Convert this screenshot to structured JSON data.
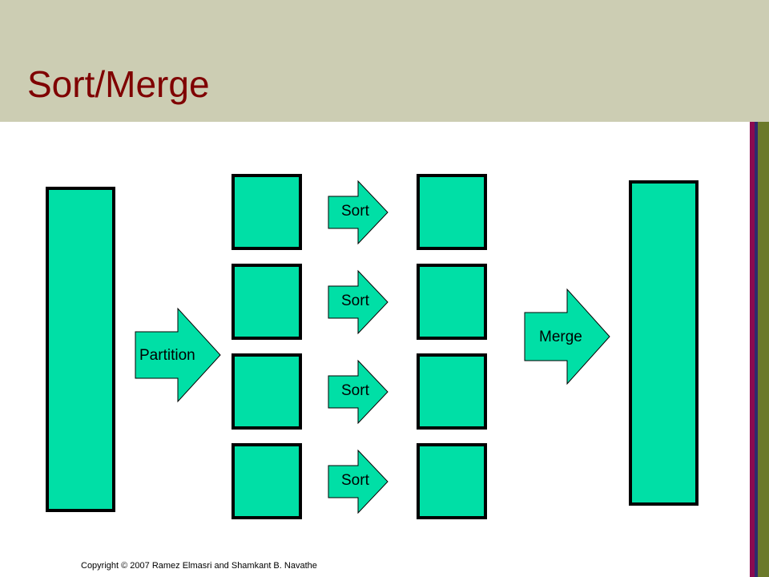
{
  "slide": {
    "title": "Sort/Merge",
    "copyright": "Copyright © 2007 Ramez Elmasri and Shamkant B. Navathe"
  },
  "diagram": {
    "partition_label": "Partition",
    "sort_labels": [
      "Sort",
      "Sort",
      "Sort",
      "Sort"
    ],
    "merge_label": "Merge"
  },
  "colors": {
    "title_band": "#cccdb3",
    "title_text": "#7f0000",
    "block_fill": "#00dfa6",
    "block_border": "#000000",
    "stripe_1": "#8b0a50",
    "stripe_2": "#2e2a6e",
    "stripe_3": "#6b7a2a"
  }
}
